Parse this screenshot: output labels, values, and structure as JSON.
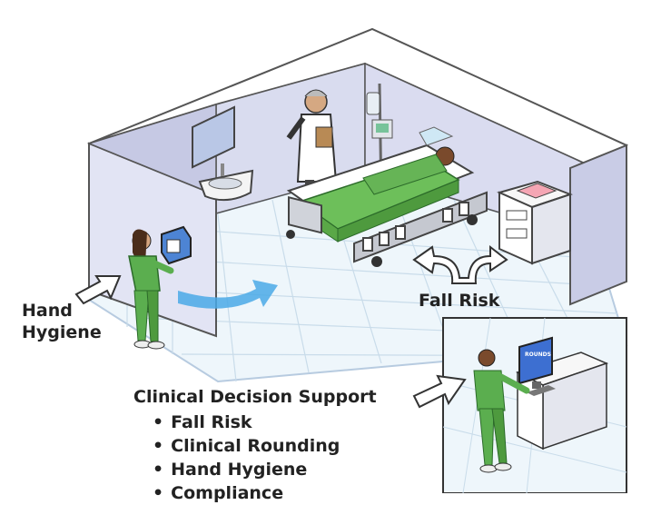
{
  "labels": {
    "hand_hygiene_line1": "Hand",
    "hand_hygiene_line2": "Hygiene",
    "fall_risk": "Fall Risk"
  },
  "clinical_decision_support": {
    "title": "Clinical Decision Support",
    "items": [
      "Fall Risk",
      "Clinical Rounding",
      "Hand Hygiene",
      "Compliance"
    ]
  },
  "screen_text": "ROUNDS",
  "colors": {
    "wall": "#d9dcef",
    "wall_edge": "#9fa3c6",
    "floor": "#eef6fb",
    "floor_grid": "#c9dcea",
    "scrubs": "#5bae4f",
    "bedding": "#6dbf5a",
    "arrow_blue": "#4aa9e6",
    "monitor_blue": "#3d6fd1"
  }
}
